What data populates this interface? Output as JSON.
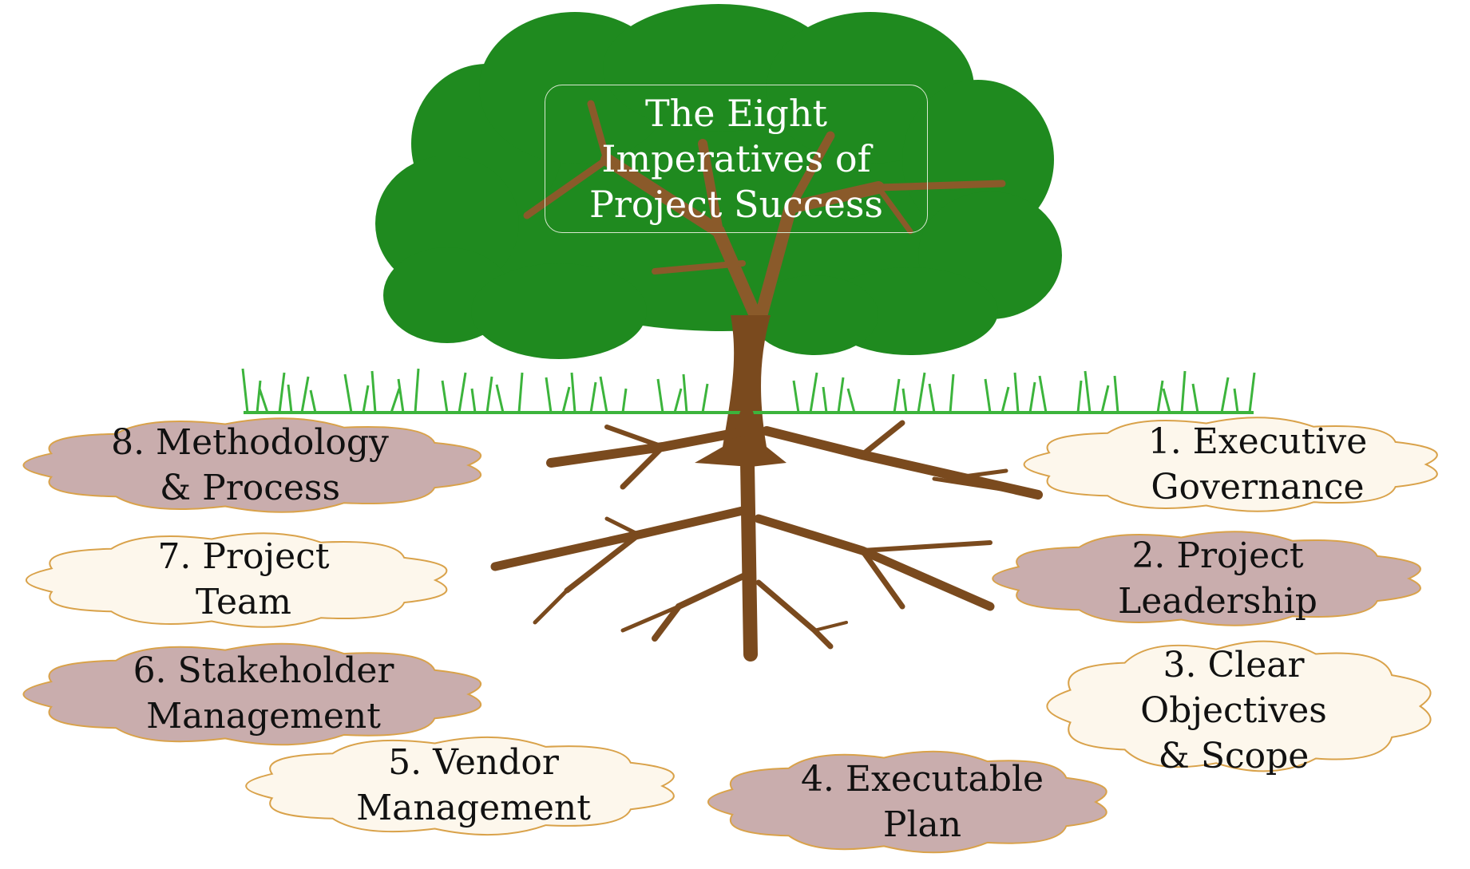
{
  "title": {
    "lines": [
      "The Eight",
      "Imperatives of",
      "Project Success"
    ]
  },
  "colors": {
    "canopy": "#1f8a1f",
    "trunk": "#7a4a1e",
    "grass": "#3cb43c",
    "cloud_mauve": "#c9adad",
    "cloud_cream": "#fdf7ec",
    "cloud_outline": "#d9a24a"
  },
  "imperatives": [
    {
      "number": "1.",
      "lines": [
        "1. Executive",
        "Governance"
      ],
      "fill": "cream"
    },
    {
      "number": "2.",
      "lines": [
        "2. Project",
        "Leadership"
      ],
      "fill": "mauve"
    },
    {
      "number": "3.",
      "lines": [
        "3. Clear",
        "Objectives",
        "& Scope"
      ],
      "fill": "cream"
    },
    {
      "number": "4.",
      "lines": [
        "4. Executable",
        "Plan"
      ],
      "fill": "mauve"
    },
    {
      "number": "5.",
      "lines": [
        "5. Vendor",
        "Management"
      ],
      "fill": "cream"
    },
    {
      "number": "6.",
      "lines": [
        "6. Stakeholder",
        "Management"
      ],
      "fill": "mauve"
    },
    {
      "number": "7.",
      "lines": [
        "7. Project",
        "Team"
      ],
      "fill": "cream"
    },
    {
      "number": "8.",
      "lines": [
        "8. Methodology",
        "& Process"
      ],
      "fill": "mauve"
    }
  ]
}
